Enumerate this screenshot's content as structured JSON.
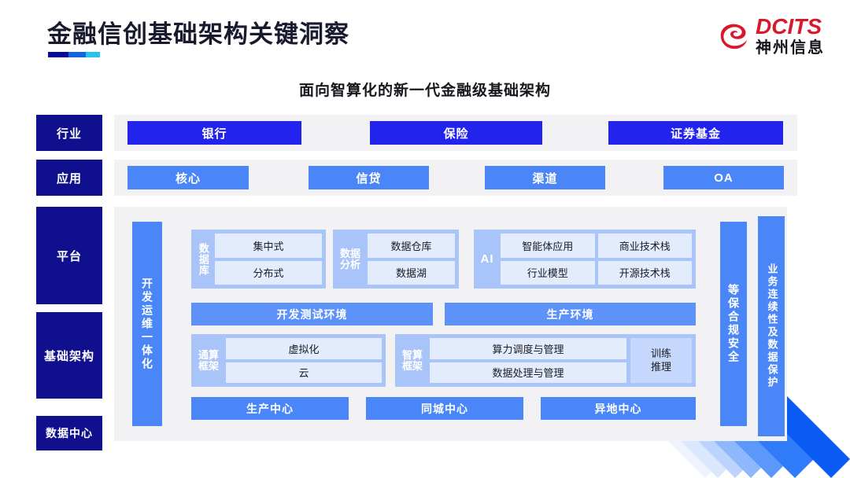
{
  "header": {
    "title": "金融信创基础架构关键洞察",
    "logo": {
      "mark": "dcits-swirl-icon",
      "en": "DCITS",
      "cn": "神州信息",
      "brand_color": "#d8182c"
    },
    "accent_colors": [
      "#0a0a96",
      "#1466e0",
      "#25c3f0"
    ]
  },
  "subtitle": "面向智算化的新一代金融级基础架构",
  "rails": {
    "industry": "行业",
    "application": "应用",
    "platform": "平台",
    "infrastructure": "基础架构",
    "datacenter": "数据中心",
    "color": "#10108e"
  },
  "industry_row": {
    "items": [
      "银行",
      "保险",
      "证券基金"
    ],
    "color": "#2323ee"
  },
  "application_row": {
    "items": [
      "核心",
      "信贷",
      "渠道",
      "OA"
    ],
    "color": "#4a86f7"
  },
  "vertical_bars": {
    "devops": "开发运维一体化",
    "compliance": "等保合规安全",
    "continuity": "业务连续性及数据保护",
    "color": "#4a86f7"
  },
  "platform": {
    "database": {
      "label": "数据库",
      "cells": [
        "集中式",
        "分布式"
      ]
    },
    "data_analysis": {
      "label": "数据分析",
      "cells": [
        "数据仓库",
        "数据湖"
      ]
    },
    "ai": {
      "label": "AI",
      "cells": [
        "智能体应用",
        "商业技术栈",
        "行业模型",
        "开源技术栈"
      ]
    },
    "environments": {
      "dev": "开发测试环境",
      "prod": "生产环境"
    },
    "general_compute": {
      "label": "通算框架",
      "cells": [
        "虚拟化",
        "云"
      ]
    },
    "intelligent_compute": {
      "label": "智算框架",
      "cells": [
        "算力调度与管理",
        "数据处理与管理"
      ],
      "side": "训练\n推理",
      "side_line1": "训练",
      "side_line2": "推理"
    }
  },
  "datacenter_row": {
    "items": [
      "生产中心",
      "同城中心",
      "异地中心"
    ],
    "color": "#4a86f7"
  },
  "theme": {
    "band_bg": "#f2f2f4",
    "group_bg": "#a9c4f8",
    "cell_bg": "#e3ecfd"
  }
}
